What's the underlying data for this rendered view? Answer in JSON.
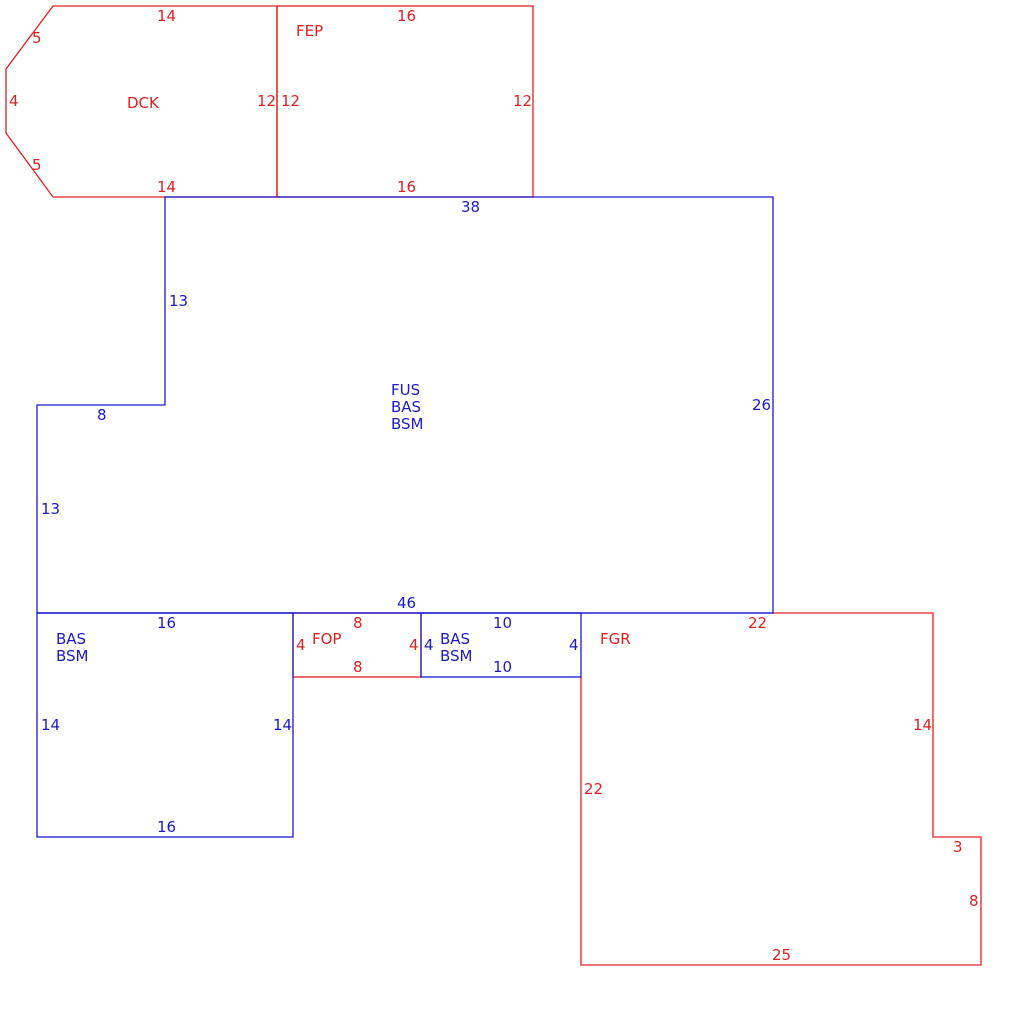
{
  "colors": {
    "red": "#e02020",
    "blue": "#1a1acc",
    "background": "#ffffff"
  },
  "areas": {
    "dck": {
      "code": "DCK"
    },
    "fep": {
      "code": "FEP"
    },
    "main": {
      "line1": "FUS",
      "line2": "BAS",
      "line3": "BSM"
    },
    "bas_left": {
      "line1": "BAS",
      "line2": "BSM"
    },
    "fop": {
      "code": "FOP"
    },
    "bas_mid": {
      "line1": "BAS",
      "line2": "BSM"
    },
    "fgr": {
      "code": "FGR"
    }
  },
  "dims": {
    "dck_top": "14",
    "dck_bottom": "14",
    "dck_diag_top": "5",
    "dck_left": "4",
    "dck_diag_bottom": "5",
    "dck_right": "12",
    "fep_top": "16",
    "fep_bottom": "16",
    "fep_left": "12",
    "fep_right": "12",
    "main_top": "38",
    "main_right": "26",
    "main_upper_left": "13",
    "main_step": "8",
    "main_lower_left": "13",
    "main_bottom": "46",
    "bl_top": "16",
    "bl_left": "14",
    "bl_right": "14",
    "bl_bottom": "16",
    "fop_top": "8",
    "fop_left": "4",
    "fop_right": "4",
    "fop_bottom": "8",
    "bm_top": "10",
    "bm_left": "4",
    "bm_right": "4",
    "bm_bottom": "10",
    "fgr_top": "22",
    "fgr_right": "14",
    "fgr_step": "3",
    "fgr_right_lower": "8",
    "fgr_bottom": "25",
    "fgr_left": "22"
  }
}
